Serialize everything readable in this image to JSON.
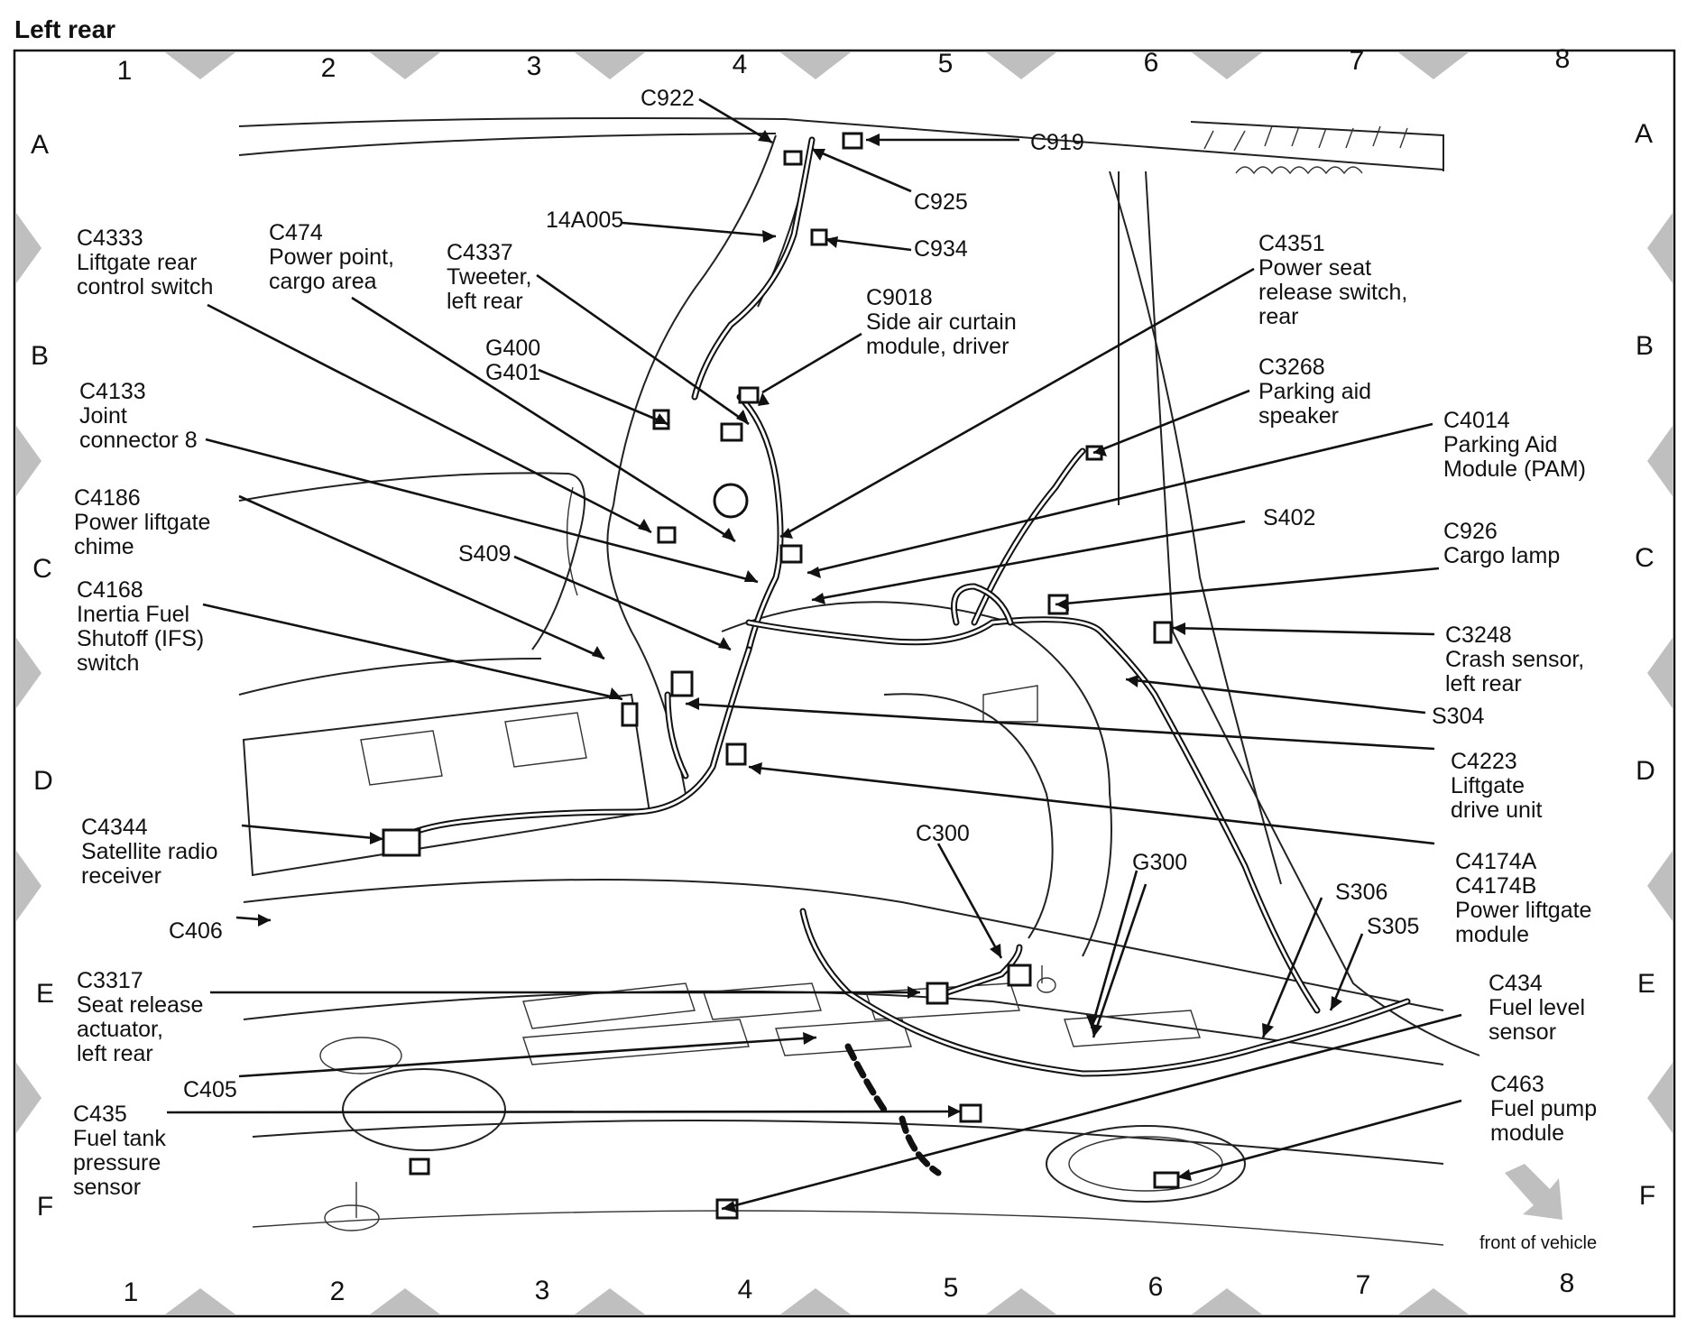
{
  "title": "Left rear",
  "grid": {
    "columns": [
      "1",
      "2",
      "3",
      "4",
      "5",
      "6",
      "7",
      "8"
    ],
    "rows": [
      "A",
      "B",
      "C",
      "D",
      "E",
      "F"
    ]
  },
  "labels": {
    "c922": "C922",
    "c919": "C919",
    "c925": "C925",
    "c934": "C934",
    "a14a005": "14A005",
    "c4333": [
      "C4333",
      "Liftgate rear",
      "control switch"
    ],
    "c474": [
      "C474",
      "Power point,",
      "cargo area"
    ],
    "c4337": [
      "C4337",
      "Tweeter,",
      "left rear"
    ],
    "c9018": [
      "C9018",
      "Side air curtain",
      "module, driver"
    ],
    "c4351": [
      "C4351",
      "Power seat",
      "release switch,",
      "rear"
    ],
    "g400": [
      "G400",
      "G401"
    ],
    "c4133": [
      "C4133",
      "Joint",
      "connector 8"
    ],
    "c3268": [
      "C3268",
      "Parking aid",
      "speaker"
    ],
    "c4014": [
      "C4014",
      "Parking Aid",
      "Module (PAM)"
    ],
    "c4186": [
      "C4186",
      "Power liftgate",
      "chime"
    ],
    "s409": "S409",
    "s402": "S402",
    "c926": [
      "C926",
      "Cargo lamp"
    ],
    "c4168": [
      "C4168",
      "Inertia Fuel",
      "Shutoff (IFS)",
      "switch"
    ],
    "c3248": [
      "C3248",
      "Crash sensor,",
      "left rear"
    ],
    "s304": "S304",
    "c4223": [
      "C4223",
      "Liftgate",
      "drive unit"
    ],
    "c4344": [
      "C4344",
      "Satellite radio",
      "receiver"
    ],
    "c300": "C300",
    "g300": "G300",
    "c4174": [
      "C4174A",
      "C4174B",
      "Power liftgate",
      "module"
    ],
    "s306": "S306",
    "s305": "S305",
    "c406": "C406",
    "c3317": [
      "C3317",
      "Seat release",
      "actuator,",
      "left rear"
    ],
    "c434": [
      "C434",
      "Fuel level",
      "sensor"
    ],
    "c405": "C405",
    "c463": [
      "C463",
      "Fuel pump",
      "module"
    ],
    "c435": [
      "C435",
      "Fuel tank",
      "pressure",
      "sensor"
    ],
    "front": "front of vehicle"
  },
  "colors": {
    "line": "#111111",
    "hatch": "#bfbfbf",
    "background": "#ffffff"
  }
}
